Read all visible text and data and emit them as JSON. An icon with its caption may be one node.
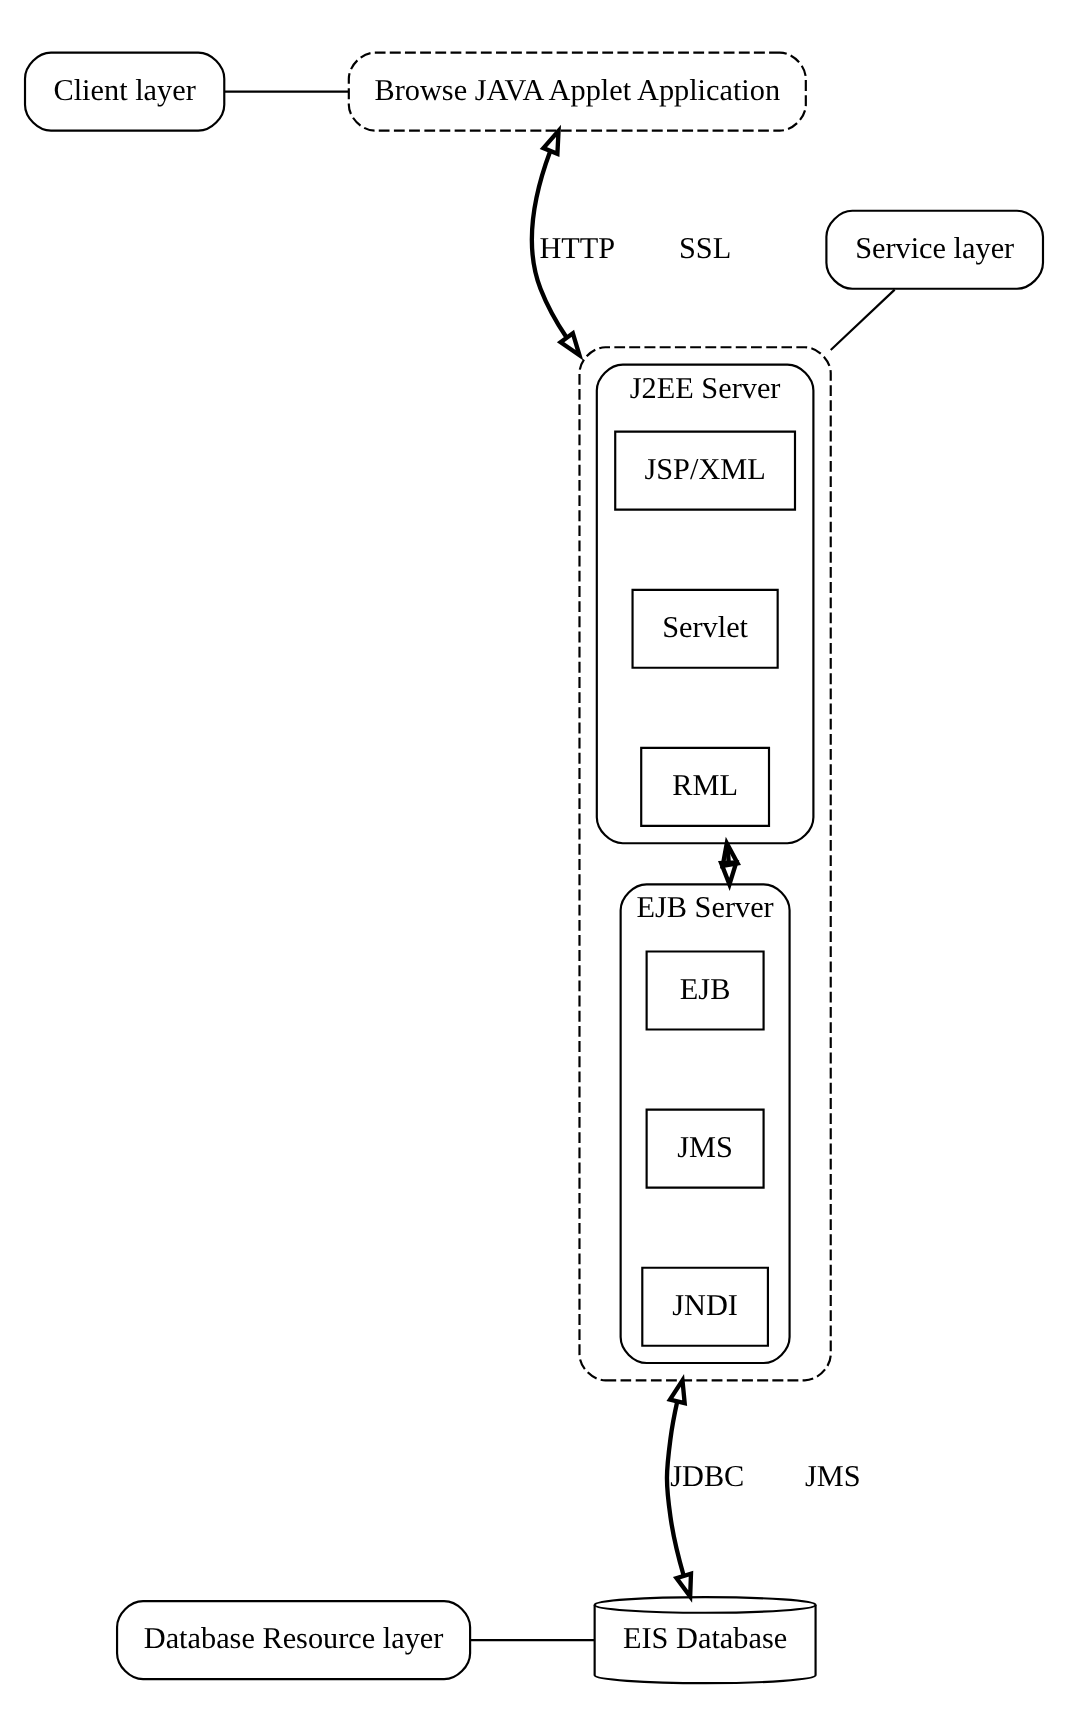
{
  "diagram": {
    "nodes": [
      {
        "text": [
          "Browse JAVA Applet Application"
        ]
      },
      {
        "text": [
          "Client layer"
        ]
      },
      {
        "text": [],
        "shape": "box"
      },
      {
        "text": [
          "J2EE Server"
        ],
        "in": 2
      },
      {
        "text": [
          "JSP/XML"
        ],
        "in": 3
      },
      {
        "text": [
          "Servlet"
        ],
        "in": 3
      },
      {
        "text": [
          "RML"
        ],
        "in": 3
      },
      {
        "text": [
          "EJB Server"
        ],
        "in": 2
      },
      {
        "text": [
          "EJB"
        ],
        "in": 7
      },
      {
        "text": [
          "JMS"
        ],
        "in": 7
      },
      {
        "text": [
          "JNDI"
        ],
        "in": 7
      },
      {
        "text": [
          "Service layer"
        ]
      },
      {
        "text": [
          "EIS Database"
        ]
      },
      {
        "text": [
          "Database Resource layer"
        ]
      }
    ],
    "edges": [
      {
        "from": 0,
        "to": 2,
        "arrow": "both",
        "label": "HTTP"
      },
      {
        "from": 3,
        "to": 7,
        "arrow": "both"
      },
      {
        "from": 2,
        "to": 12,
        "arrow": "both",
        "label": "JDBC"
      },
      {
        "from": 1,
        "to": 0,
        "arrow": "none"
      },
      {
        "from": 11,
        "to": 2,
        "arrow": "none"
      },
      {
        "from": 13,
        "to": 12,
        "arrow": "none"
      }
    ],
    "labels": [
      "SSL",
      "JMS"
    ]
  }
}
